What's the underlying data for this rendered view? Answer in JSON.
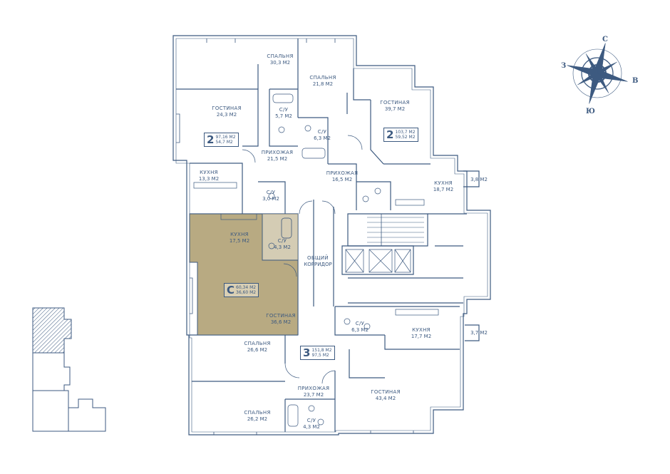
{
  "colors": {
    "line": "#3d5a80",
    "selected_fill": "#b8aa82",
    "background": "#ffffff"
  },
  "rooms": {
    "bed_top_left": {
      "name": "СПАЛЬНЯ",
      "area": "30,3 М2"
    },
    "bed_top_mid": {
      "name": "СПАЛЬНЯ",
      "area": "21,8 М2"
    },
    "living_tl": {
      "name": "ГОСТИНАЯ",
      "area": "24,3 М2"
    },
    "bath_tl": {
      "name": "С/У",
      "area": "5,7 М2"
    },
    "bath_tm": {
      "name": "С/У",
      "area": "6,3 М2"
    },
    "living_tr": {
      "name": "ГОСТИНАЯ",
      "area": "39,7 М2"
    },
    "hall_tl": {
      "name": "ПРИХОЖАЯ",
      "area": "21,5 М2"
    },
    "kitchen_tl": {
      "name": "КУХНЯ",
      "area": "13,3 М2"
    },
    "bath_small": {
      "name": "С/У",
      "area": "3,0 М2"
    },
    "hall_tr": {
      "name": "ПРИХОЖАЯ",
      "area": "16,5 М2"
    },
    "kitchen_tr": {
      "name": "КУХНЯ",
      "area": "18,7 М2"
    },
    "balcony_tr": {
      "area": "3,8 М2"
    },
    "kitchen_sel": {
      "name": "КУХНЯ",
      "area": "17,5 М2"
    },
    "bath_sel": {
      "name": "С/У",
      "area": "4,3 М2"
    },
    "corridor": {
      "line1": "ОБЩИЙ",
      "line2": "КОРРИДОР"
    },
    "living_sel": {
      "name": "ГОСТИНАЯ",
      "area": "36,6 М2"
    },
    "bath_br": {
      "name": "С/У",
      "area": "6,3 М2"
    },
    "kitchen_br": {
      "name": "КУХНЯ",
      "area": "17,7 М2"
    },
    "balcony_br": {
      "area": "3,7 М2"
    },
    "bed_bl1": {
      "name": "СПАЛЬНЯ",
      "area": "26,6 М2"
    },
    "hall_b": {
      "name": "ПРИХОЖАЯ",
      "area": "23,7 М2"
    },
    "living_br": {
      "name": "ГОСТИНАЯ",
      "area": "43,4 М2"
    },
    "bed_bl2": {
      "name": "СПАЛЬНЯ",
      "area": "26,2 М2"
    },
    "bath_b": {
      "name": "С/У",
      "area": "4,3 М2"
    }
  },
  "apartments": {
    "apt_tl": {
      "rooms": "2",
      "total": "97,16 М2",
      "living": "54,7 М2"
    },
    "apt_tr": {
      "rooms": "2",
      "total": "103,7 М2",
      "living": "59,52 М2"
    },
    "apt_sel": {
      "rooms": "С",
      "total": "60,34 М2",
      "living": "36,60 М2"
    },
    "apt_b": {
      "rooms": "3",
      "total": "151,8 М2",
      "living": "97,5 М2"
    }
  },
  "compass": {
    "n": "С",
    "s": "Ю",
    "w": "З",
    "e": "В"
  }
}
